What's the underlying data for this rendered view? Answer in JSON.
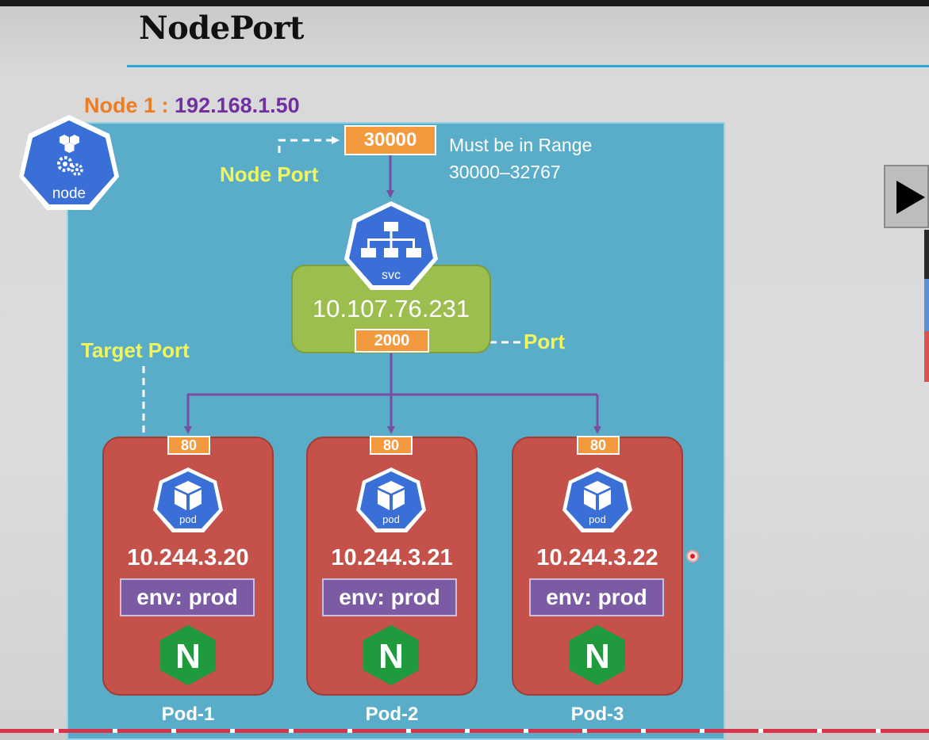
{
  "title": "NodePort",
  "node": {
    "label": "Node 1 :",
    "ip": "192.168.1.50",
    "icon_text": "node"
  },
  "node_port": {
    "value": "30000",
    "label": "Node Port",
    "range_line1": "Must be in Range",
    "range_line2": "30000–32767"
  },
  "service": {
    "icon_text": "svc",
    "ip": "10.107.76.231",
    "port": "2000",
    "port_label": "Port"
  },
  "target_port_label": "Target Port",
  "pods": [
    {
      "port": "80",
      "icon_text": "pod",
      "ip": "10.244.3.20",
      "env": "env: prod",
      "logo": "N",
      "name": "Pod-1"
    },
    {
      "port": "80",
      "icon_text": "pod",
      "ip": "10.244.3.21",
      "env": "env: prod",
      "logo": "N",
      "name": "Pod-2"
    },
    {
      "port": "80",
      "icon_text": "pod",
      "ip": "10.244.3.22",
      "env": "env: prod",
      "logo": "N",
      "name": "Pod-3"
    }
  ],
  "colors": {
    "node_box": "#5aadc9",
    "port_tag": "#f39a3f",
    "service_box": "#9cbe4f",
    "pod_box": "#c4514a",
    "env_label": "#7b5ca4",
    "k8s_icon": "#3a6fd8",
    "nginx": "#1f9a3d",
    "arrow": "#7a4fa3",
    "label_yellow": "#f2f55c"
  },
  "icons": {
    "node": "kubernetes-node-icon",
    "service": "kubernetes-svc-icon",
    "pod": "kubernetes-pod-icon",
    "nginx": "nginx-logo-icon",
    "play": "play-icon"
  }
}
